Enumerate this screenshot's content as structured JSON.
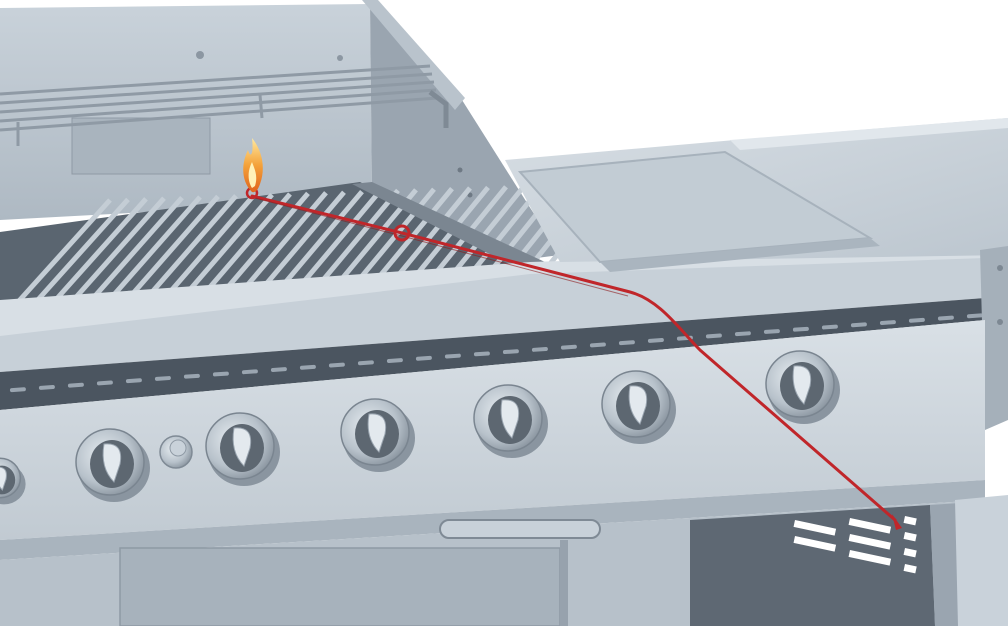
{
  "scene": {
    "subject": "gas-grill-lighting-diagram",
    "colors": {
      "background": "#ffffff",
      "steel_light": "#d3dbe2",
      "steel_mid": "#b4bfc9",
      "steel_dark": "#7f8a95",
      "steel_shadow": "#5d6771",
      "grate_dark": "#4c5761",
      "lighter_rod": "#c0262a",
      "flame_outer": "#f4a23a",
      "flame_inner": "#fff1b8"
    },
    "icons": {
      "flame": "flame-icon",
      "lighter_ring": "ring-icon"
    },
    "control_knob_count": 7,
    "auxiliary_button_count": 1
  }
}
